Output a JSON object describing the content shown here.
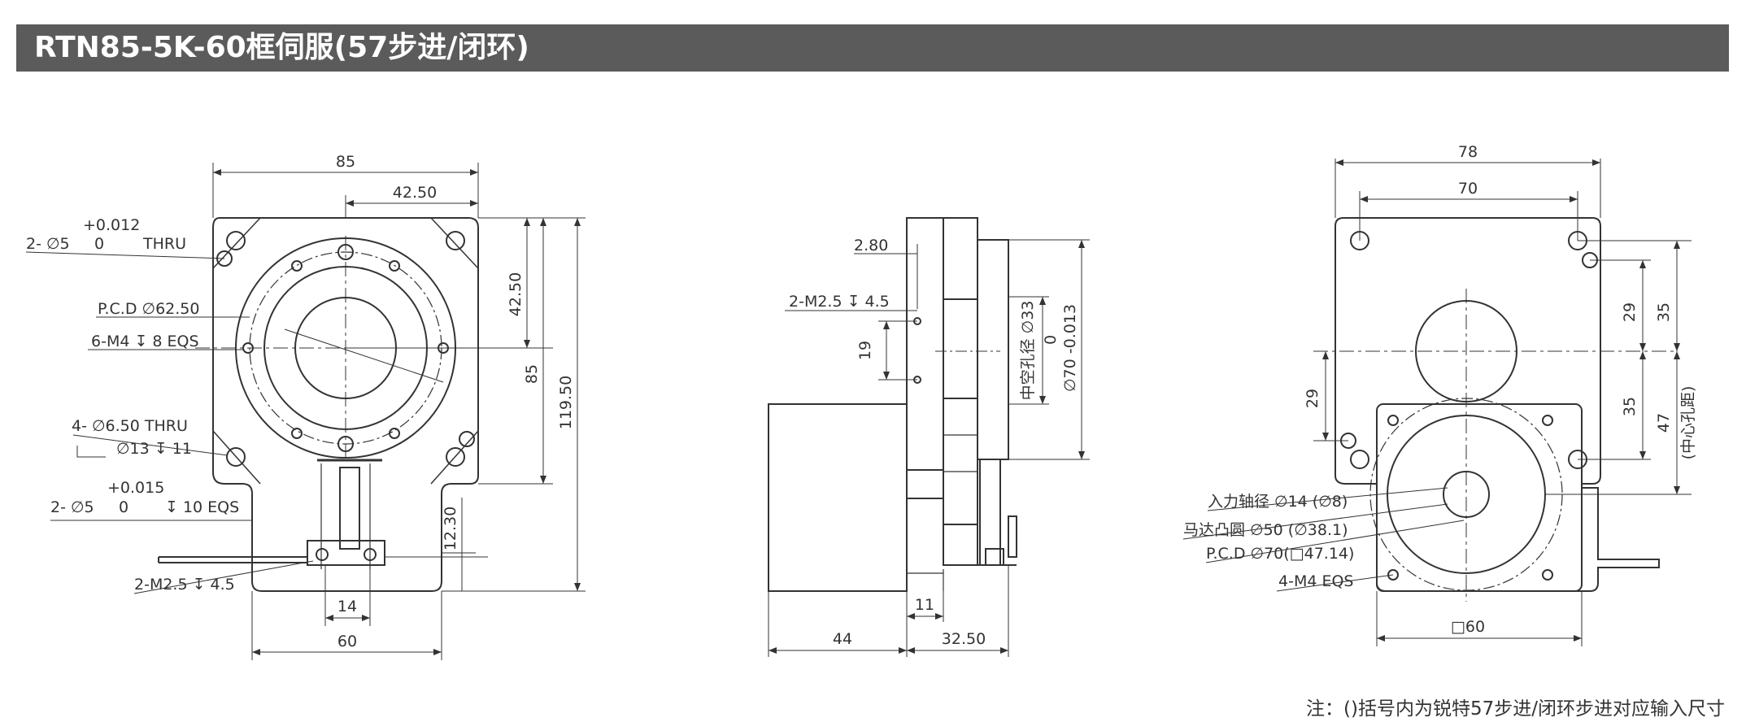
{
  "title": "RTN85-5K-60框伺服(57步进/闭环)",
  "note": "注：()括号内为锐特57步进/闭环步进对应输入尺寸",
  "front": {
    "dim_width": "85",
    "dim_half": "42.50",
    "dim_right_half": "42.50",
    "dim_right_height": "85",
    "dim_total_height": "119.50",
    "dim_bottom_offset": "12.30",
    "dim_key_width": "14",
    "dim_base_width": "60",
    "pin_tol_upper": "+0.012",
    "pin_tol_lower": "0",
    "pin_label": "2- ∅5",
    "pin_thru": "THRU",
    "pcd": "P.C.D ∅62.50",
    "tap": "6-M4 ↧ 8 EQS",
    "hole_thru": "4- ∅6.50 THRU",
    "cbore": "∅13 ↧ 11",
    "pin2_tol_upper": "+0.015",
    "pin2_label": "2- ∅5",
    "pin2_tol_lower": "0",
    "pin2_depth": "↧ 10 EQS",
    "bottom_tap": "2-M2.5 ↧ 4.5"
  },
  "side": {
    "dim_flange": "2.80",
    "tap": "2-M2.5 ↧ 4.5",
    "dim_19": "19",
    "hollow": "中空孔径 ∅33",
    "bore_tol_upper": "0",
    "bore": "∅70 -0.013",
    "dim_44": "44",
    "dim_11": "11",
    "dim_3250": "32.50"
  },
  "rear": {
    "dim_78": "78",
    "dim_70": "70",
    "dim_29_right": "29",
    "dim_35_top": "35",
    "dim_35_lower": "35",
    "dim_47": "47",
    "center_dist": "(中心孔距)",
    "dim_29_left": "29",
    "shaft": "入力轴径 ∅14 (∅8)",
    "boss": "马达凸圆 ∅50 (∅38.1)",
    "pcd": "P.C.D ∅70(□47.14)",
    "tap": "4-M4 EQS",
    "square": "□60"
  }
}
